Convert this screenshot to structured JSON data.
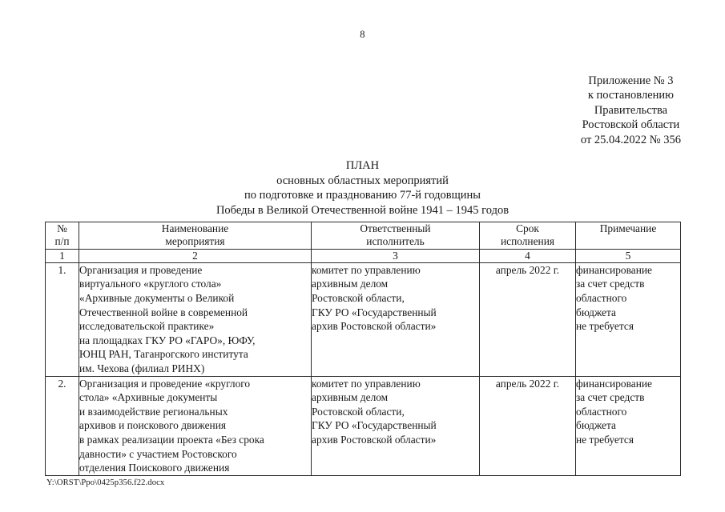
{
  "page": {
    "number": "8",
    "footer_path": "Y:\\ORST\\Ppo\\0425p356.f22.docx"
  },
  "approval": {
    "lines": [
      "Приложение № 3",
      "к постановлению",
      "Правительства",
      "Ростовской области",
      "от 25.04.2022 № 356"
    ]
  },
  "title": {
    "lines": [
      "ПЛАН",
      "основных областных мероприятий",
      "по подготовке и празднованию 77-й годовщины",
      "Победы в Великой Отечественной войне 1941 – 1945 годов"
    ]
  },
  "table": {
    "headers": [
      {
        "lines": [
          "№",
          "п/п"
        ]
      },
      {
        "lines": [
          "Наименование",
          "мероприятия"
        ]
      },
      {
        "lines": [
          "Ответственный",
          "исполнитель"
        ]
      },
      {
        "lines": [
          "Срок",
          "исполнения"
        ]
      },
      {
        "lines": [
          "Примечание"
        ]
      }
    ],
    "column_numbers": [
      "1",
      "2",
      "3",
      "4",
      "5"
    ],
    "rows": [
      {
        "index": "1.",
        "event_lines": [
          "Организация и проведение",
          "виртуального «круглого стола»",
          "«Архивные документы о Великой",
          "Отечественной войне в современной",
          "исследовательской практике»",
          "на площадках ГКУ РО «ГАРО», ЮФУ,",
          "ЮНЦ РАН, Таганрогского института",
          "им. Чехова (филиал РИНХ)"
        ],
        "executor_lines": [
          "комитет по управлению",
          "архивным делом",
          "Ростовской области,",
          "ГКУ РО «Государственный",
          "архив Ростовской области»"
        ],
        "deadline_lines": [
          "апрель 2022 г."
        ],
        "note_lines": [
          "финансирование",
          "за счет средств",
          "областного",
          "бюджета",
          "не требуется"
        ]
      },
      {
        "index": "2.",
        "event_lines": [
          "Организация и проведение «круглого",
          "стола» «Архивные документы",
          "и взаимодействие региональных",
          "архивов и поискового движения",
          "в рамках реализации проекта «Без срока",
          "давности» с участием Ростовского",
          "отделения Поискового движения"
        ],
        "executor_lines": [
          "комитет по управлению",
          "архивным делом",
          "Ростовской области,",
          "ГКУ РО «Государственный",
          "архив Ростовской области»"
        ],
        "deadline_lines": [
          "апрель 2022 г."
        ],
        "note_lines": [
          "финансирование",
          "за счет средств",
          "областного",
          "бюджета",
          "не требуется"
        ]
      }
    ]
  }
}
